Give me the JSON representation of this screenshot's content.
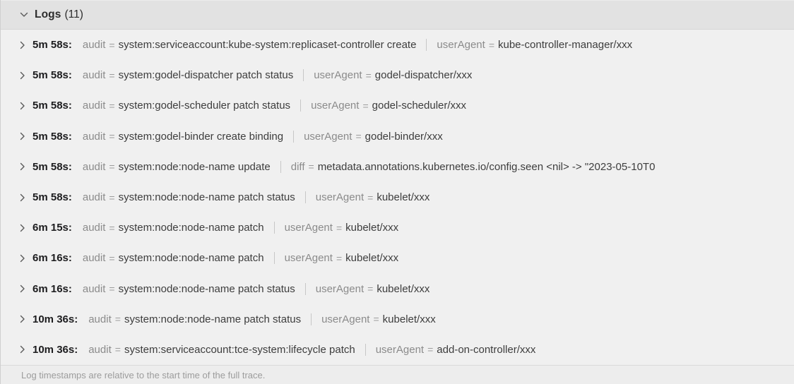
{
  "header": {
    "title": "Logs",
    "count": "(11)"
  },
  "glyphs": {
    "equals": "="
  },
  "rows": [
    {
      "time": "5m 58s:",
      "pairs": [
        {
          "key": "audit",
          "value": "system:serviceaccount:kube-system:replicaset-controller create"
        },
        {
          "key": "userAgent",
          "value": "kube-controller-manager/xxx"
        }
      ]
    },
    {
      "time": "5m 58s:",
      "pairs": [
        {
          "key": "audit",
          "value": "system:godel-dispatcher patch status"
        },
        {
          "key": "userAgent",
          "value": "godel-dispatcher/xxx"
        }
      ]
    },
    {
      "time": "5m 58s:",
      "pairs": [
        {
          "key": "audit",
          "value": "system:godel-scheduler patch status"
        },
        {
          "key": "userAgent",
          "value": "godel-scheduler/xxx"
        }
      ]
    },
    {
      "time": "5m 58s:",
      "pairs": [
        {
          "key": "audit",
          "value": "system:godel-binder create binding"
        },
        {
          "key": "userAgent",
          "value": "godel-binder/xxx"
        }
      ]
    },
    {
      "time": "5m 58s:",
      "pairs": [
        {
          "key": "audit",
          "value": "system:node:node-name update"
        },
        {
          "key": "diff",
          "value": "metadata.annotations.kubernetes.io/config.seen <nil> -> \"2023-05-10T0"
        }
      ]
    },
    {
      "time": "5m 58s:",
      "pairs": [
        {
          "key": "audit",
          "value": "system:node:node-name patch status"
        },
        {
          "key": "userAgent",
          "value": "kubelet/xxx"
        }
      ]
    },
    {
      "time": "6m 15s:",
      "pairs": [
        {
          "key": "audit",
          "value": "system:node:node-name patch"
        },
        {
          "key": "userAgent",
          "value": "kubelet/xxx"
        }
      ]
    },
    {
      "time": "6m 16s:",
      "pairs": [
        {
          "key": "audit",
          "value": "system:node:node-name patch"
        },
        {
          "key": "userAgent",
          "value": "kubelet/xxx"
        }
      ]
    },
    {
      "time": "6m 16s:",
      "pairs": [
        {
          "key": "audit",
          "value": "system:node:node-name patch status"
        },
        {
          "key": "userAgent",
          "value": "kubelet/xxx"
        }
      ]
    },
    {
      "time": "10m 36s:",
      "pairs": [
        {
          "key": "audit",
          "value": "system:node:node-name patch status"
        },
        {
          "key": "userAgent",
          "value": "kubelet/xxx"
        }
      ]
    },
    {
      "time": "10m 36s:",
      "pairs": [
        {
          "key": "audit",
          "value": "system:serviceaccount:tce-system:lifecycle patch"
        },
        {
          "key": "userAgent",
          "value": "add-on-controller/xxx"
        }
      ]
    }
  ],
  "footer": {
    "note": "Log timestamps are relative to the start time of the full trace."
  },
  "colors": {
    "header_bg": "#e2e2e2",
    "body_bg": "#f0f0f0",
    "footer_bg": "#ededed",
    "key_text": "#8b8b8b",
    "value_text": "#3d3d3d",
    "time_text": "#1c1c1e",
    "divider": "#c7c7c7"
  }
}
